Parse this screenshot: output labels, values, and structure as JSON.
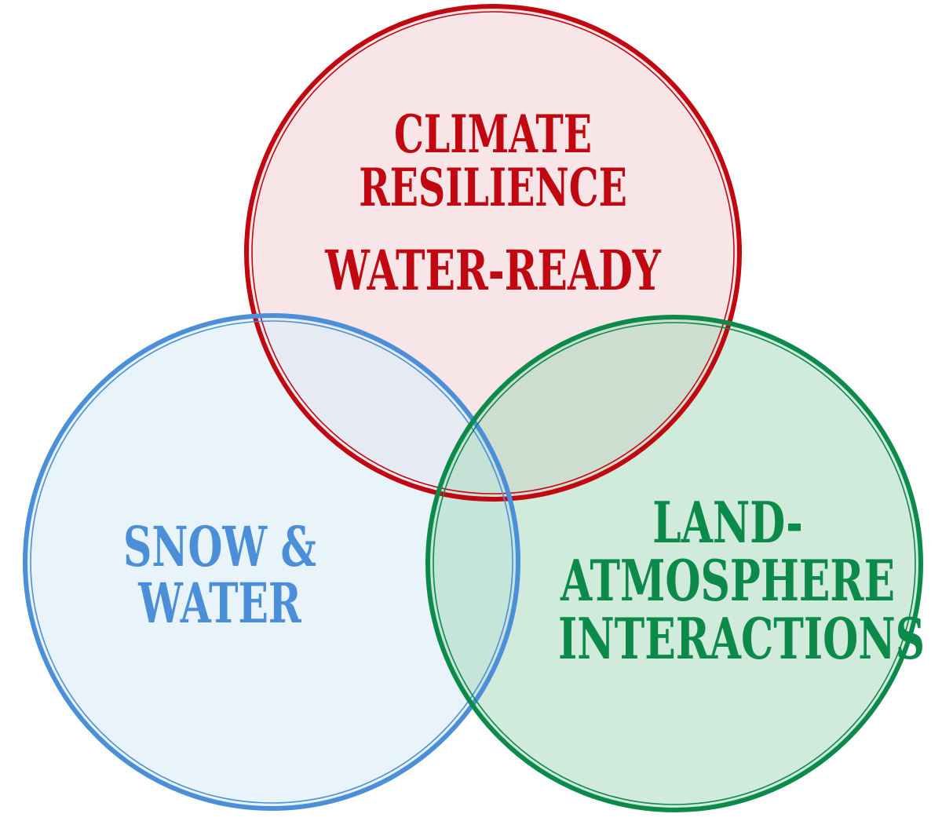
{
  "diagram": {
    "type": "venn-3",
    "circles": [
      {
        "id": "red",
        "lines": [
          "CLIMATE",
          "RESILIENCE",
          "WATER-READY"
        ],
        "stroke_color": "#c1070f",
        "fill_color": "#f6d9dc",
        "text_color": "#c1070f",
        "position": "top"
      },
      {
        "id": "blue",
        "lines": [
          "SNOW &",
          "WATER"
        ],
        "stroke_color": "#4a8fd8",
        "fill_color": "#e8f3fb",
        "text_color": "#4a8fd8",
        "position": "bottom-left"
      },
      {
        "id": "green",
        "lines": [
          "LAND-",
          "ATMOSPHERE",
          "INTERACTIONS"
        ],
        "stroke_color": "#0b8a4a",
        "fill_color": "#cde9db",
        "text_color": "#0b8a4a",
        "position": "bottom-right"
      }
    ]
  }
}
